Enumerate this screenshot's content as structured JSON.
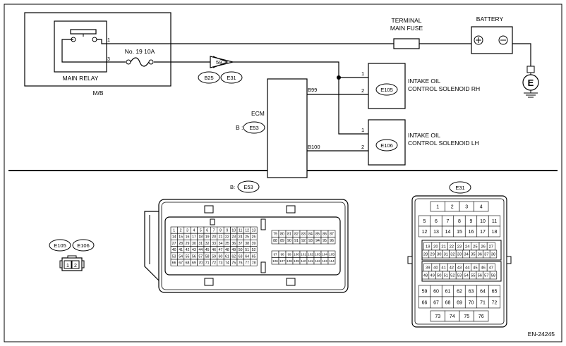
{
  "wiring": {
    "relay": "MAIN RELAY",
    "mb": "M/B",
    "pin1": "1",
    "pin3": "3",
    "fuse": "No. 19  10A",
    "connector_pin": "59",
    "b25": "B25",
    "e31": "E31",
    "terminal_fuse_l1": "TERMINAL",
    "terminal_fuse_l2": "MAIN FUSE",
    "battery": "BATTERY",
    "ecm": "ECM",
    "ecm_b": "B :",
    "ecm_conn": "E53",
    "b99": "B99",
    "b100": "B100",
    "rh_pin1": "1",
    "rh_pin2": "2",
    "lh_pin1": "1",
    "lh_pin2": "2",
    "e105": "E105",
    "e106": "E106",
    "rh_l1": "INTAKE OIL",
    "rh_l2": "CONTROL SOLENOID RH",
    "lh_l1": "INTAKE OIL",
    "lh_l2": "CONTROL SOLENOID LH",
    "ground_e": "E"
  },
  "connectors": {
    "e53_prefix": "B:",
    "e53": "E53",
    "e31": "E31",
    "e105": "E105",
    "e106": "E106",
    "e105_pins": [
      "1",
      "2"
    ],
    "e53_left_rows": [
      [
        "1",
        "2",
        "3",
        "4",
        "5",
        "6",
        "7",
        "8",
        "9",
        "10",
        "11",
        "12",
        "13"
      ],
      [
        "14",
        "15",
        "16",
        "17",
        "18",
        "19",
        "20",
        "21",
        "22",
        "23",
        "24",
        "25",
        "26"
      ],
      [
        "27",
        "28",
        "29",
        "30",
        "31",
        "32",
        "33",
        "34",
        "35",
        "36",
        "37",
        "38",
        "39"
      ],
      [
        "40",
        "41",
        "42",
        "43",
        "44",
        "45",
        "46",
        "47",
        "48",
        "49",
        "50",
        "51",
        "52"
      ],
      [
        "53",
        "54",
        "55",
        "56",
        "57",
        "58",
        "59",
        "60",
        "61",
        "62",
        "63",
        "64",
        "65"
      ],
      [
        "66",
        "67",
        "68",
        "69",
        "70",
        "71",
        "72",
        "73",
        "74",
        "75",
        "76",
        "77",
        "78"
      ]
    ],
    "e53_right_top": [
      [
        "79",
        "80",
        "81",
        "82",
        "83",
        "84",
        "85",
        "86",
        "87"
      ],
      [
        "88",
        "89",
        "90",
        "91",
        "92",
        "93",
        "94",
        "95",
        "96"
      ]
    ],
    "e53_right_bottom": [
      [
        "97",
        "98",
        "99",
        "100",
        "101",
        "102",
        "103",
        "104",
        "105"
      ],
      [
        "106",
        "107",
        "108",
        "109",
        "110",
        "111",
        "112",
        "113",
        "114"
      ]
    ],
    "e31_rows": [
      [
        "1",
        "2",
        "3",
        "4"
      ],
      [
        "5",
        "6",
        "7",
        "8",
        "9",
        "10",
        "11"
      ],
      [
        "12",
        "13",
        "14",
        "15",
        "16",
        "17",
        "18"
      ],
      [
        "19",
        "20",
        "21",
        "22",
        "23",
        "24",
        "25",
        "26",
        "27"
      ],
      [
        "28",
        "29",
        "30",
        "31",
        "32",
        "33",
        "34",
        "35",
        "36",
        "37",
        "38"
      ],
      [
        "39",
        "40",
        "41",
        "42",
        "43",
        "44",
        "45",
        "46",
        "47"
      ],
      [
        "48",
        "49",
        "50",
        "51",
        "52",
        "53",
        "54",
        "55",
        "56",
        "57",
        "58"
      ],
      [
        "59",
        "60",
        "61",
        "62",
        "63",
        "64",
        "65"
      ],
      [
        "66",
        "67",
        "68",
        "69",
        "70",
        "71",
        "72"
      ],
      [
        "73",
        "74",
        "75",
        "76"
      ]
    ]
  },
  "footer": {
    "code": "EN-24245"
  }
}
